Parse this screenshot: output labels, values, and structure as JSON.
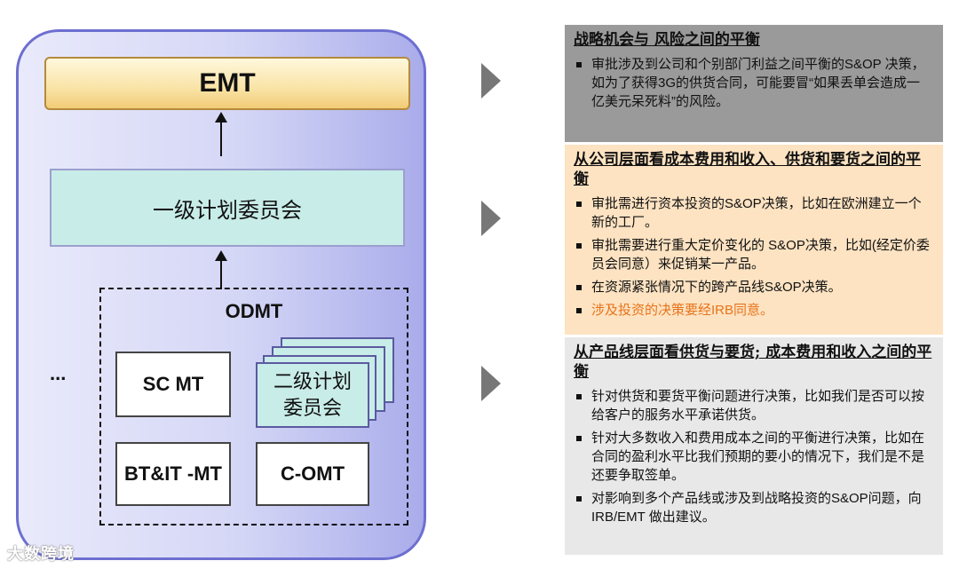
{
  "org": {
    "top": "EMT",
    "level1": "一级计划委员会",
    "odmt": "ODMT",
    "ellipsis": "...",
    "sc_mt": "SC MT",
    "level2_line1": "二级计划",
    "level2_line2": "委员会",
    "btit": "BT&IT -MT",
    "comt": "C-OMT"
  },
  "panels": [
    {
      "title": "战略机会与 风险之间的平衡",
      "bullets": [
        {
          "text": "审批涉及到公司和个别部门利益之间平衡的S&OP 决策，如为了获得3G的供货合同，可能要冒“如果丢单会造成一亿美元呆死料”的风险。"
        }
      ]
    },
    {
      "title": "从公司层面看成本费用和收入、供货和要货之间的平衡",
      "bullets": [
        {
          "text": "审批需进行资本投资的S&OP决策，比如在欧洲建立一个新的工厂。"
        },
        {
          "text": "审批需要进行重大定价变化的 S&OP决策，比如(经定价委员会同意）来促销某一产品。"
        },
        {
          "text": "在资源紧张情况下的跨产品线S&OP决策。"
        },
        {
          "text": "涉及投资的决策要经IRB同意。"
        }
      ]
    },
    {
      "title": "从产品线层面看供货与要货; 成本费用和收入之间的平衡",
      "bullets": [
        {
          "text": "针对供货和要货平衡问题进行决策，比如我们是否可以按给客户的服务水平承诺供货。"
        },
        {
          "text": "针对大多数收入和费用成本之间的平衡进行决策，比如在合同的盈利水平比我们预期的要小的情况下，我们是不是还要争取签单。"
        },
        {
          "text": "对影响到多个产品线或涉及到战略投资的S&OP问题，向IRB/EMT 做出建议。"
        }
      ]
    }
  ],
  "colors": {
    "highlight": "#e8731a"
  },
  "watermark": "大数跨境"
}
